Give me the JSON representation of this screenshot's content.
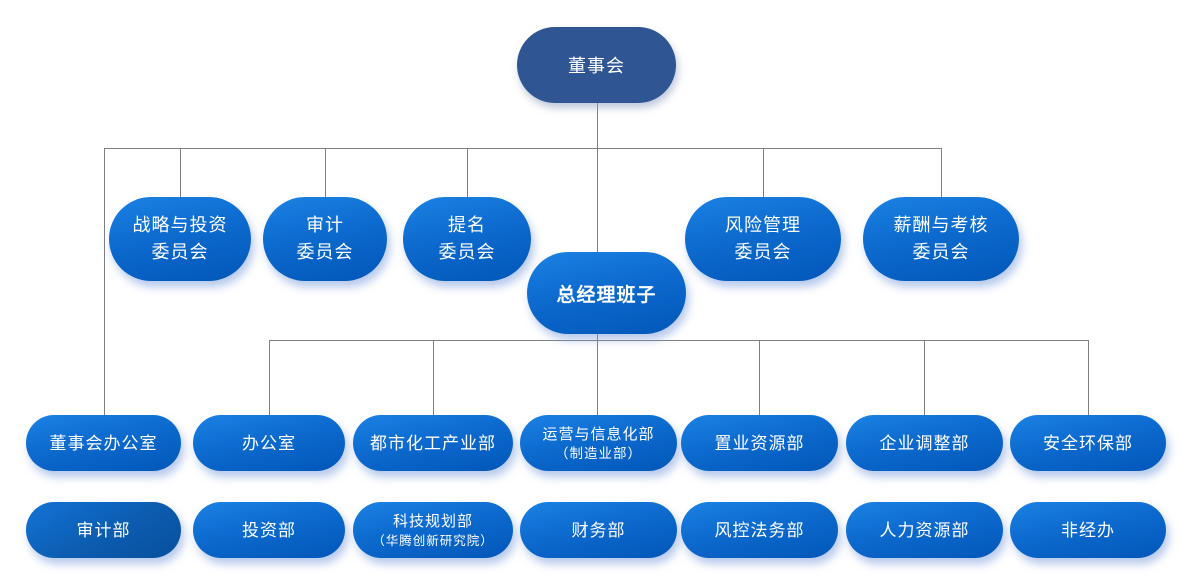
{
  "colors": {
    "board_bg": "#2f5692",
    "node_blue_top": "#1b82e4",
    "node_blue_bottom": "#0257b9",
    "audit_node_dark": "#084f9d",
    "connector_line": "#7f7f7f",
    "text": "#ffffff"
  },
  "board": {
    "label": "董事会"
  },
  "gm": {
    "label": "总经理班子"
  },
  "committees": [
    {
      "line1": "战略与投资",
      "line2": "委员会"
    },
    {
      "line1": "审计",
      "line2": "委员会"
    },
    {
      "line1": "提名",
      "line2": "委员会"
    },
    {
      "line1": "风险管理",
      "line2": "委员会"
    },
    {
      "line1": "薪酬与考核",
      "line2": "委员会"
    }
  ],
  "departments_row1": [
    {
      "line1": "董事会办公室"
    },
    {
      "line1": "办公室"
    },
    {
      "line1": "都市化工产业部"
    },
    {
      "line1": "运营与信息化部",
      "line2": "（制造业部）"
    },
    {
      "line1": "置业资源部"
    },
    {
      "line1": "企业调整部"
    },
    {
      "line1": "安全环保部"
    }
  ],
  "departments_row2": [
    {
      "line1": "审计部"
    },
    {
      "line1": "投资部"
    },
    {
      "line1": "科技规划部",
      "line2": "（华腾创新研究院）"
    },
    {
      "line1": "财务部"
    },
    {
      "line1": "风控法务部"
    },
    {
      "line1": "人力资源部"
    },
    {
      "line1": "非经办"
    }
  ]
}
